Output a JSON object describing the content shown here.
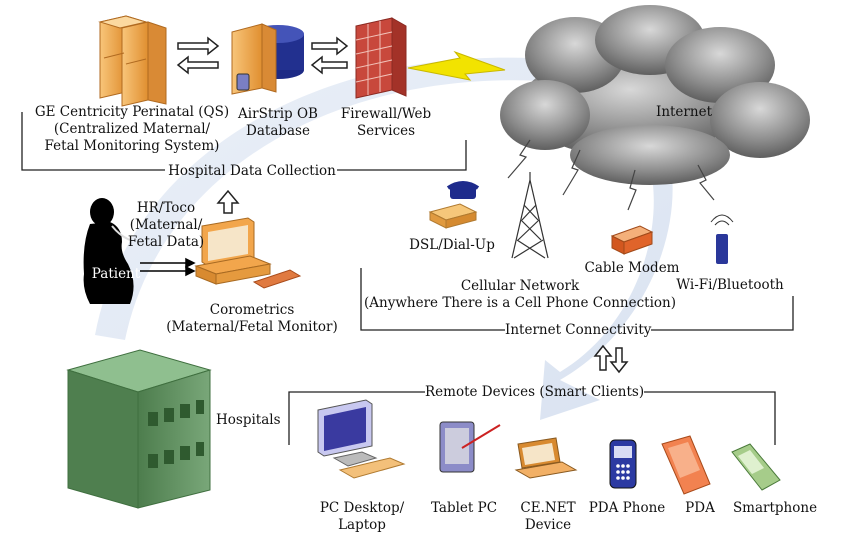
{
  "hospital": {
    "ge_centricity": [
      "GE Centricity Perinatal (QS)",
      "(Centralized Maternal/",
      "Fetal Monitoring System)"
    ],
    "airstrip": [
      "AirStrip OB",
      "Database"
    ],
    "firewall": [
      "Firewall/Web",
      "Services"
    ],
    "section_label": "Hospital Data Collection",
    "hr_toco": [
      "HR/Toco",
      "(Maternal/",
      "Fetal Data)"
    ],
    "patient": "Patient",
    "corometrics": [
      "Corometrics",
      "(Maternal/Fetal Monitor)"
    ]
  },
  "internet": {
    "cloud_label": "Internet",
    "dsl": "DSL/Dial-Up",
    "cellular": [
      "Cellular Network",
      "(Anywhere There is a Cell Phone Connection)"
    ],
    "cable": "Cable Modem",
    "wifi": "Wi-Fi/Bluetooth",
    "section_label": "Internet Connectivity"
  },
  "remote": {
    "section_label": "Remote Devices (Smart Clients)",
    "hospitals": "Hospitals",
    "devices": {
      "pc": [
        "PC Desktop/",
        "Laptop"
      ],
      "tablet": "Tablet PC",
      "cenet": [
        "CE.NET",
        "Device"
      ],
      "pda_phone": "PDA Phone",
      "pda": "PDA",
      "smartphone": "Smartphone"
    }
  },
  "colors": {
    "server_orange": "#f0a448",
    "db_blue": "#22308f",
    "firewall_red": "#c8483c",
    "cloud_grey": "#8f8f8f",
    "flow_band": "#dde6f3",
    "building_green": "#5f8f5f",
    "lightning_yellow": "#f2e300"
  }
}
